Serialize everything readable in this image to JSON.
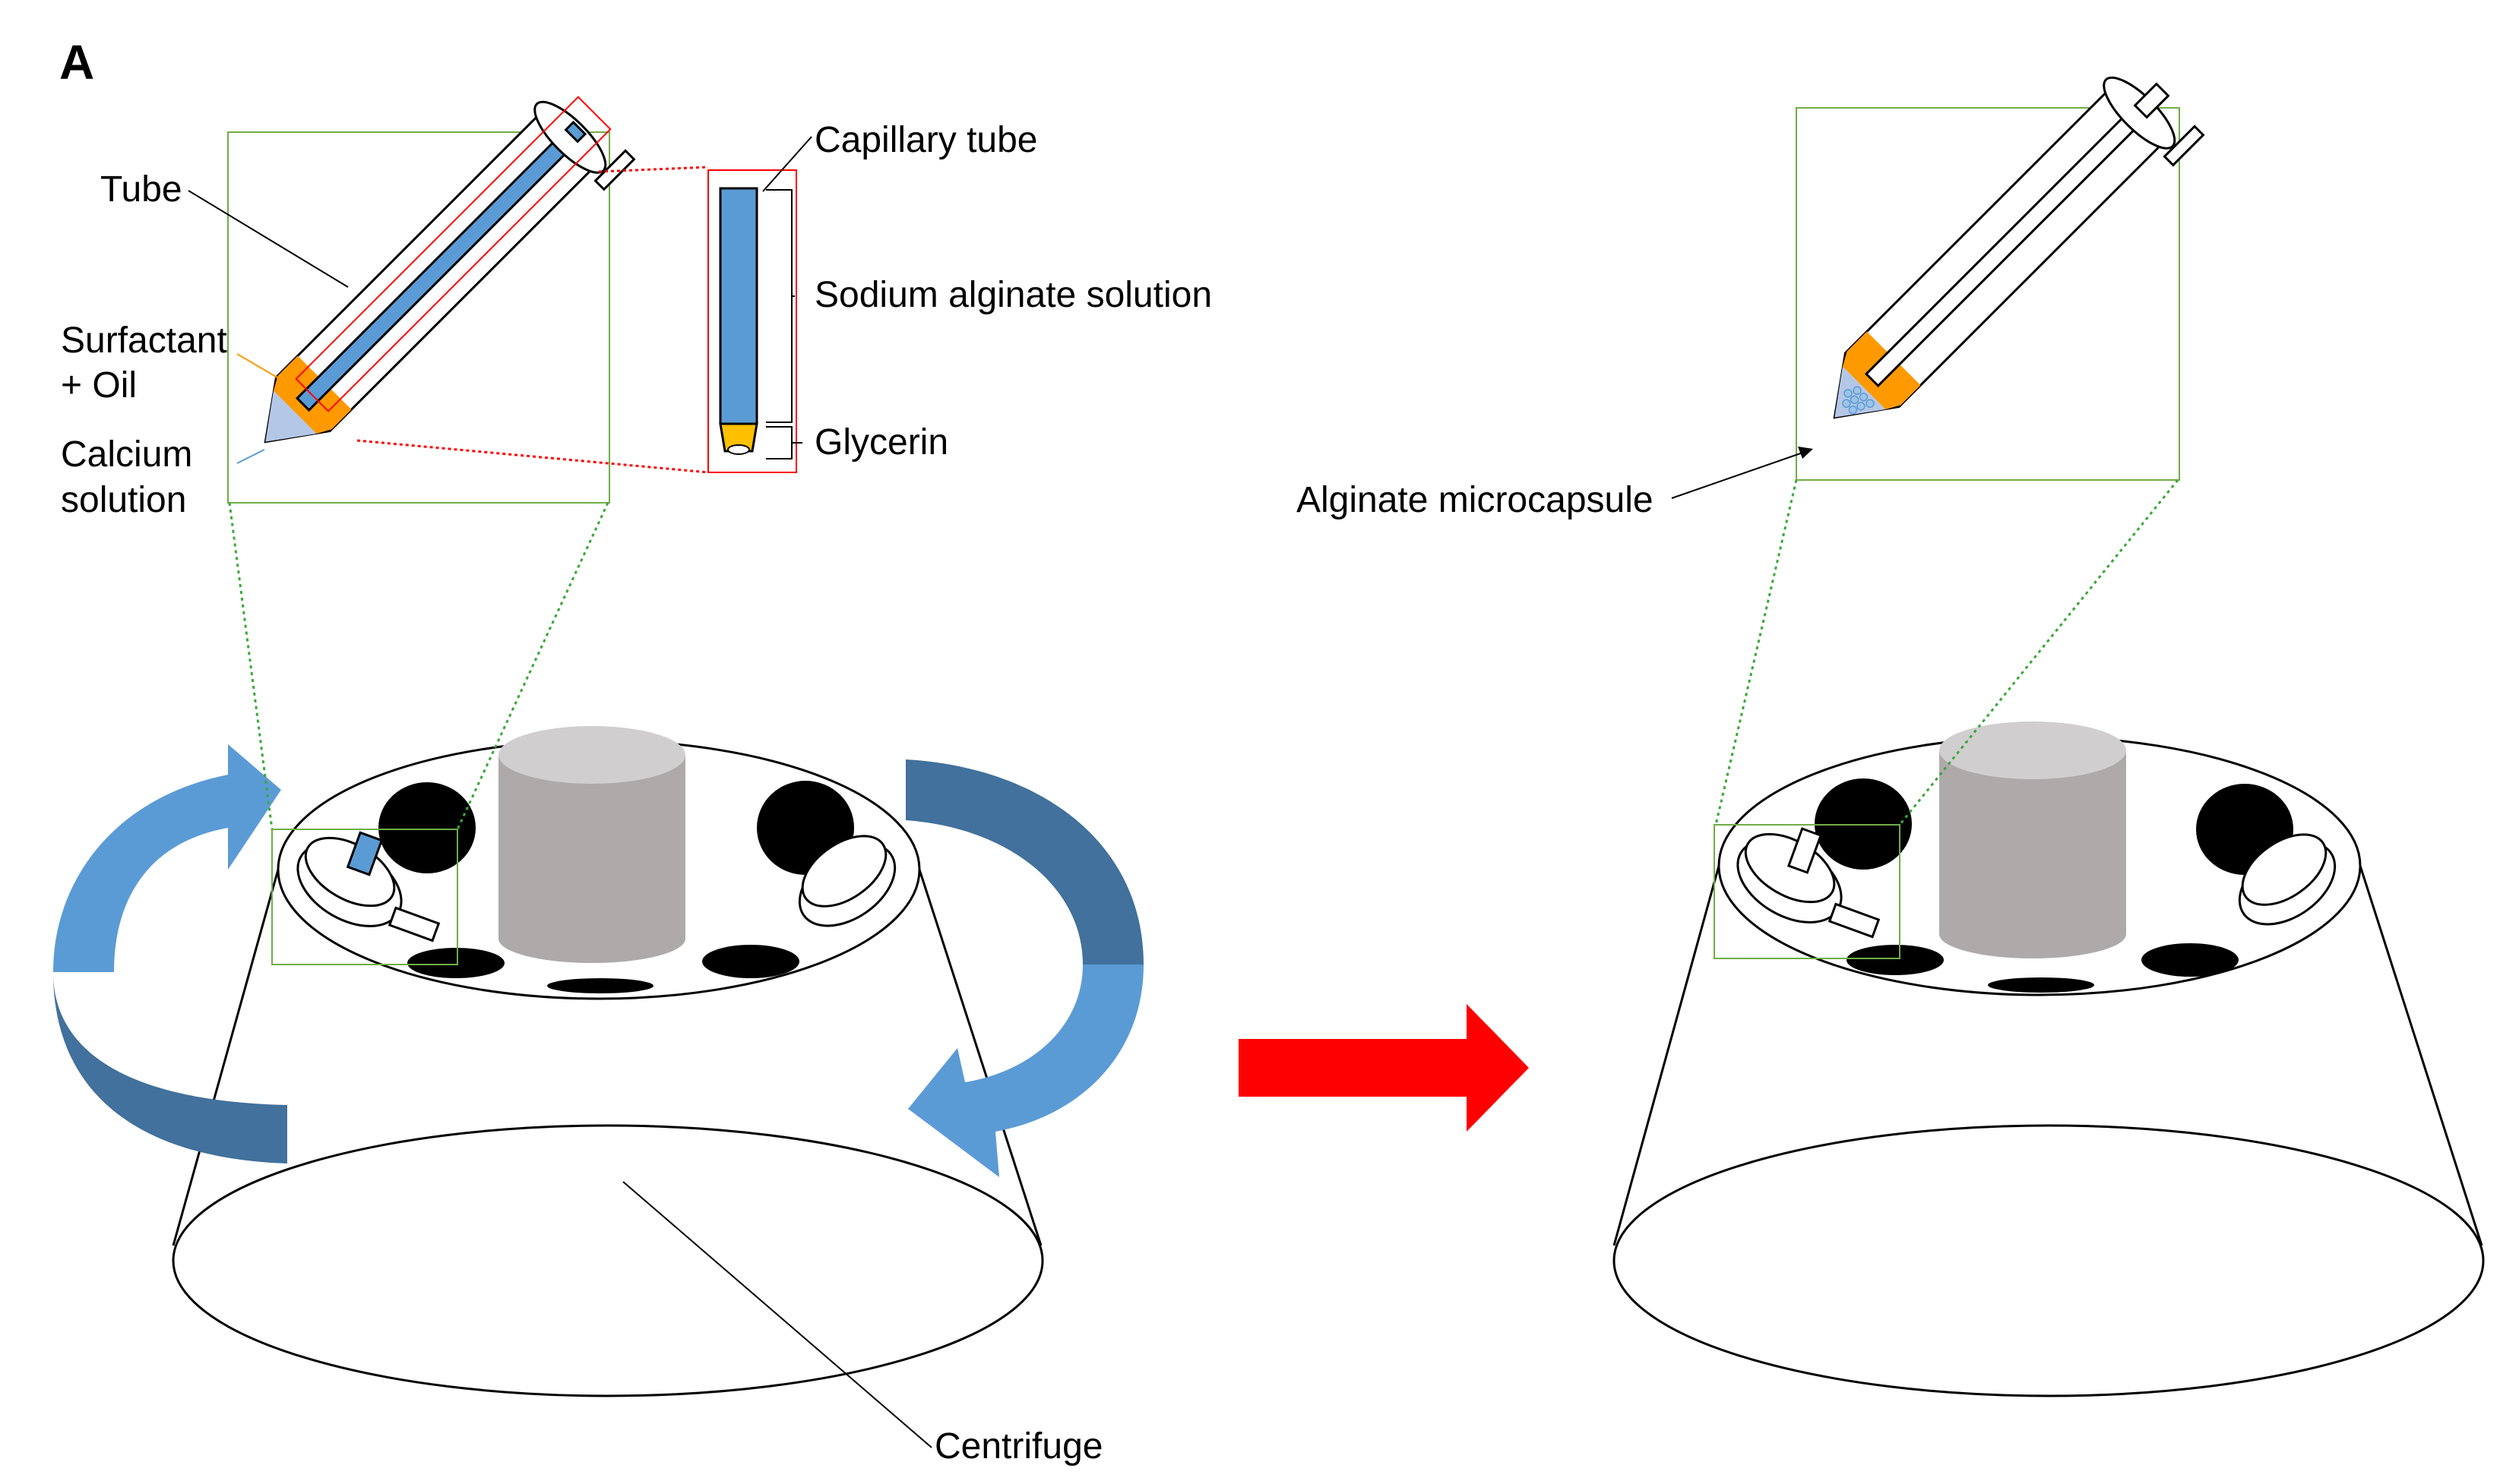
{
  "figure": {
    "panel_label": "A",
    "labels": {
      "tube": "Tube",
      "surfactant_line1": "Surfactant",
      "surfactant_line2": "+ Oil",
      "calcium_line1": "Calcium",
      "calcium_line2": "solution",
      "capillary_tube": "Capillary tube",
      "sodium_alginate": "Sodium alginate solution",
      "glycerin": "Glycerin",
      "alginate_microcapsule": "Alginate microcapsule",
      "centrifuge": "Centrifuge"
    },
    "colors": {
      "rotation_arrow": "#5b9bd5",
      "rotation_arrow_dark": "#41719c",
      "process_arrow": "#ff0000",
      "capillary_blue": "#5b9bd5",
      "oil_orange": "#ff9900",
      "glycerin_yellow": "#ffc000",
      "calcium_light_blue": "#b4c7e7",
      "rotor_hole": "#000000",
      "spindle_grey": "#aeaaaa",
      "spindle_top": "#d0cece",
      "zoom_box_green": "#70ad47",
      "zoom_line_red": "#ff0000"
    }
  }
}
